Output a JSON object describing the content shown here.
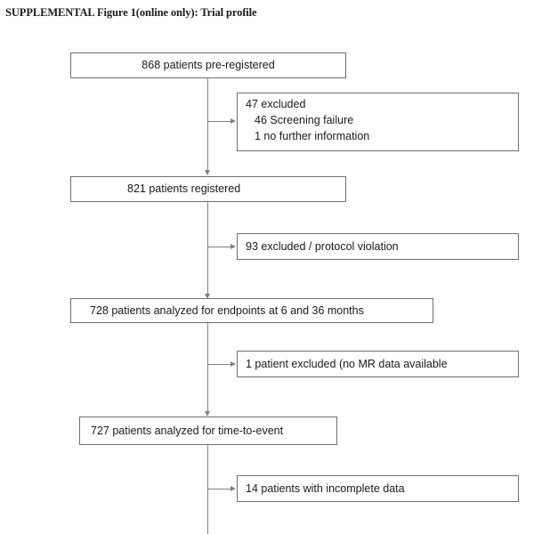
{
  "title": "SUPPLEMENTAL Figure 1(online only): Trial profile",
  "flow": {
    "preregistered": "868 patients pre-registered",
    "excluded1": {
      "heading": "47 excluded",
      "line1": "46 Screening failure",
      "line2": "1 no further information"
    },
    "registered": "821 patients registered",
    "excluded2": "93 excluded / protocol violation",
    "analyzed_endpoints": "728 patients analyzed for endpoints at 6 and 36 months",
    "excluded3": "1 patient excluded (no MR data available",
    "analyzed_tte": "727 patients analyzed for time-to-event",
    "incomplete": "14 patients with incomplete data"
  }
}
